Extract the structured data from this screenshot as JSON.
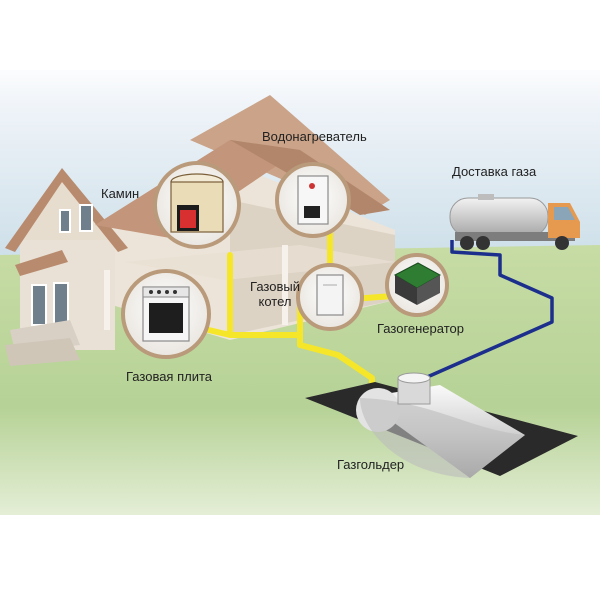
{
  "labels": {
    "water_heater": "Водонагреватель",
    "fireplace": "Камин",
    "gas_delivery": "Доставка газа",
    "gas_boiler_line1": "Газовый",
    "gas_boiler_line2": "котел",
    "gas_generator": "Газогенератор",
    "gas_stove": "Газовая плита",
    "gas_holder": "Газгольдер"
  },
  "colors": {
    "gas_pipe": "#f6e62a",
    "delivery_pipe": "#1c2f8c",
    "grass": "#b9d79a",
    "sky": "#dfe9f2",
    "roof": "#c69a7e",
    "callout_ring": "#b99a7a"
  },
  "icons": [
    "house-illustration",
    "fireplace-icon",
    "water-heater-icon",
    "gas-boiler-icon",
    "gas-generator-icon",
    "gas-stove-icon",
    "gas-truck-icon",
    "gas-holder-tank-icon"
  ]
}
